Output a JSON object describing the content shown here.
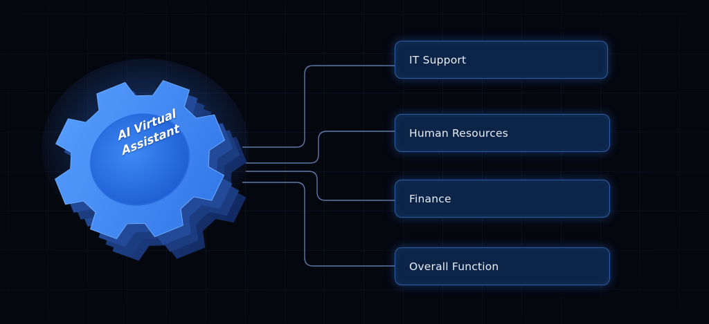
{
  "hub": {
    "label_line1": "AI Virtual",
    "label_line2": "Assistant"
  },
  "categories": [
    {
      "label": "IT Support"
    },
    {
      "label": "Human Resources"
    },
    {
      "label": "Finance"
    },
    {
      "label": "Overall Function"
    }
  ],
  "colors": {
    "background": "#05070f",
    "card_fill": "#0c2447",
    "card_border": "#2f5e9e",
    "connector": "#6f8fc4",
    "gear_face": "#3f86f0",
    "gear_side": "#1d3f86"
  },
  "icons": {
    "hub": "gear-icon"
  }
}
